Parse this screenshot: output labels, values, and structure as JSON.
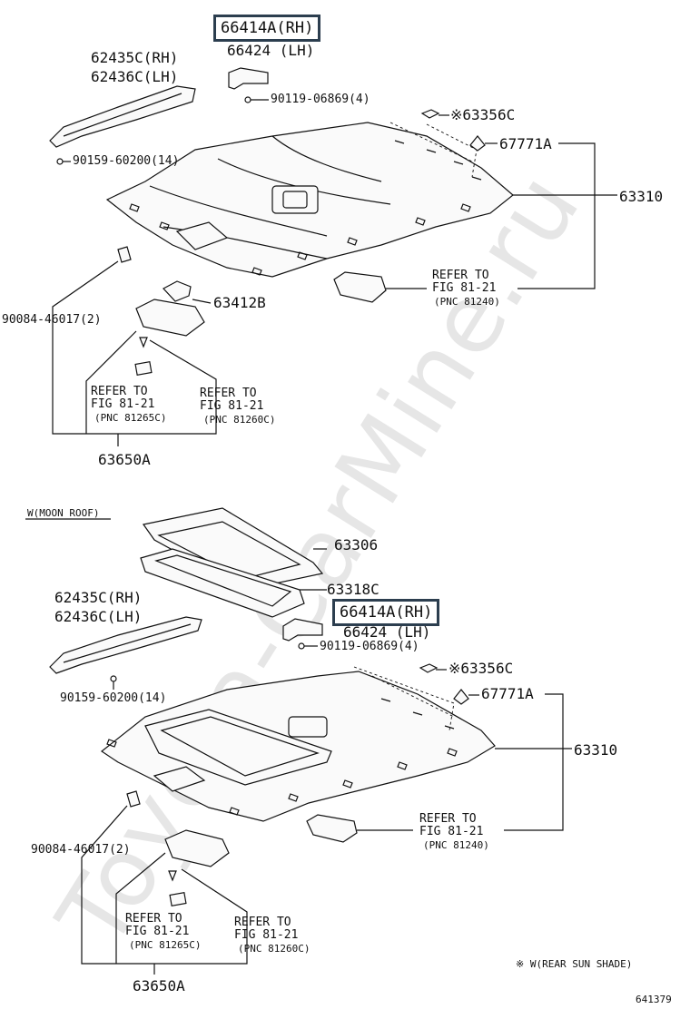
{
  "watermark": "Toyota-CarMine.ru",
  "top": {
    "highlight": "66414A(RH)",
    "p66424": "66424  (LH)",
    "p62435": "62435C(RH)",
    "p62436": "62436C(LH)",
    "p90119": "90119-06869(4)",
    "p63356": "※63356C",
    "p67771": "67771A",
    "p90159": "90159-60200(14)",
    "p63310": "63310",
    "refer1": [
      "REFER TO",
      "FIG 81-21",
      "(PNC 81240)"
    ],
    "p63412": "63412B",
    "p90084": "90084-46017(2)",
    "refer2": [
      "REFER TO",
      "FIG 81-21",
      "(PNC 81265C)"
    ],
    "refer3": [
      "REFER TO",
      "FIG 81-21",
      "(PNC 81260C)"
    ],
    "p63650": "63650A"
  },
  "bottom": {
    "section": "W(MOON ROOF)",
    "p63306": "63306",
    "p63318": "63318C",
    "highlight": "66414A(RH)",
    "p66424": "66424  (LH)",
    "p62435": "62435C(RH)",
    "p62436": "62436C(LH)",
    "p90119": "90119-06869(4)",
    "p63356": "※63356C",
    "p67771": "67771A",
    "p90159": "90159-60200(14)",
    "p63310": "63310",
    "refer1": [
      "REFER TO",
      "FIG 81-21",
      "(PNC 81240)"
    ],
    "p90084": "90084-46017(2)",
    "refer2": [
      "REFER TO",
      "FIG 81-21",
      "(PNC 81265C)"
    ],
    "refer3": [
      "REFER TO",
      "FIG 81-21",
      "(PNC 81260C)"
    ],
    "p63650": "63650A",
    "note": "※ W(REAR SUN SHADE)"
  },
  "figure_number": "641379"
}
